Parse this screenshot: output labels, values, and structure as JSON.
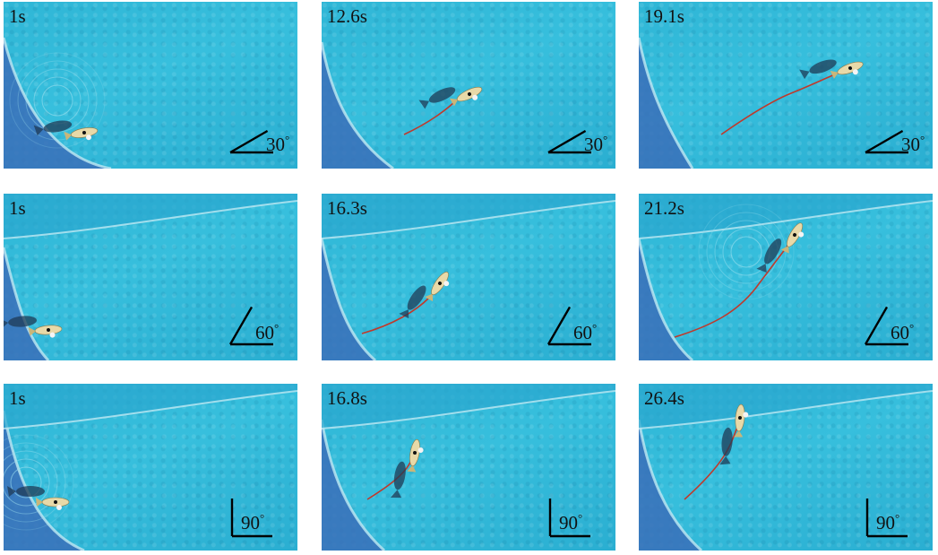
{
  "panels": [
    {
      "id": "r1c1",
      "time": "1s",
      "angle": "30"
    },
    {
      "id": "r1c2",
      "time": "12.6s",
      "angle": "30"
    },
    {
      "id": "r1c3",
      "time": "19.1s",
      "angle": "30"
    },
    {
      "id": "r2c1",
      "time": "1s",
      "angle": "60"
    },
    {
      "id": "r2c2",
      "time": "16.3s",
      "angle": "60"
    },
    {
      "id": "r2c3",
      "time": "21.2s",
      "angle": "60"
    },
    {
      "id": "r3c1",
      "time": "1s",
      "angle": "90"
    },
    {
      "id": "r3c2",
      "time": "16.8s",
      "angle": "90"
    },
    {
      "id": "r3c3",
      "time": "26.4s",
      "angle": "90"
    }
  ],
  "degree_symbol": "°",
  "colors": {
    "water": "#33b9d9",
    "pool_edge": "#3a6fb8",
    "trajectory": "#c0392b",
    "angle_lines": "#000000",
    "fish_body": "#e8d9a8"
  }
}
